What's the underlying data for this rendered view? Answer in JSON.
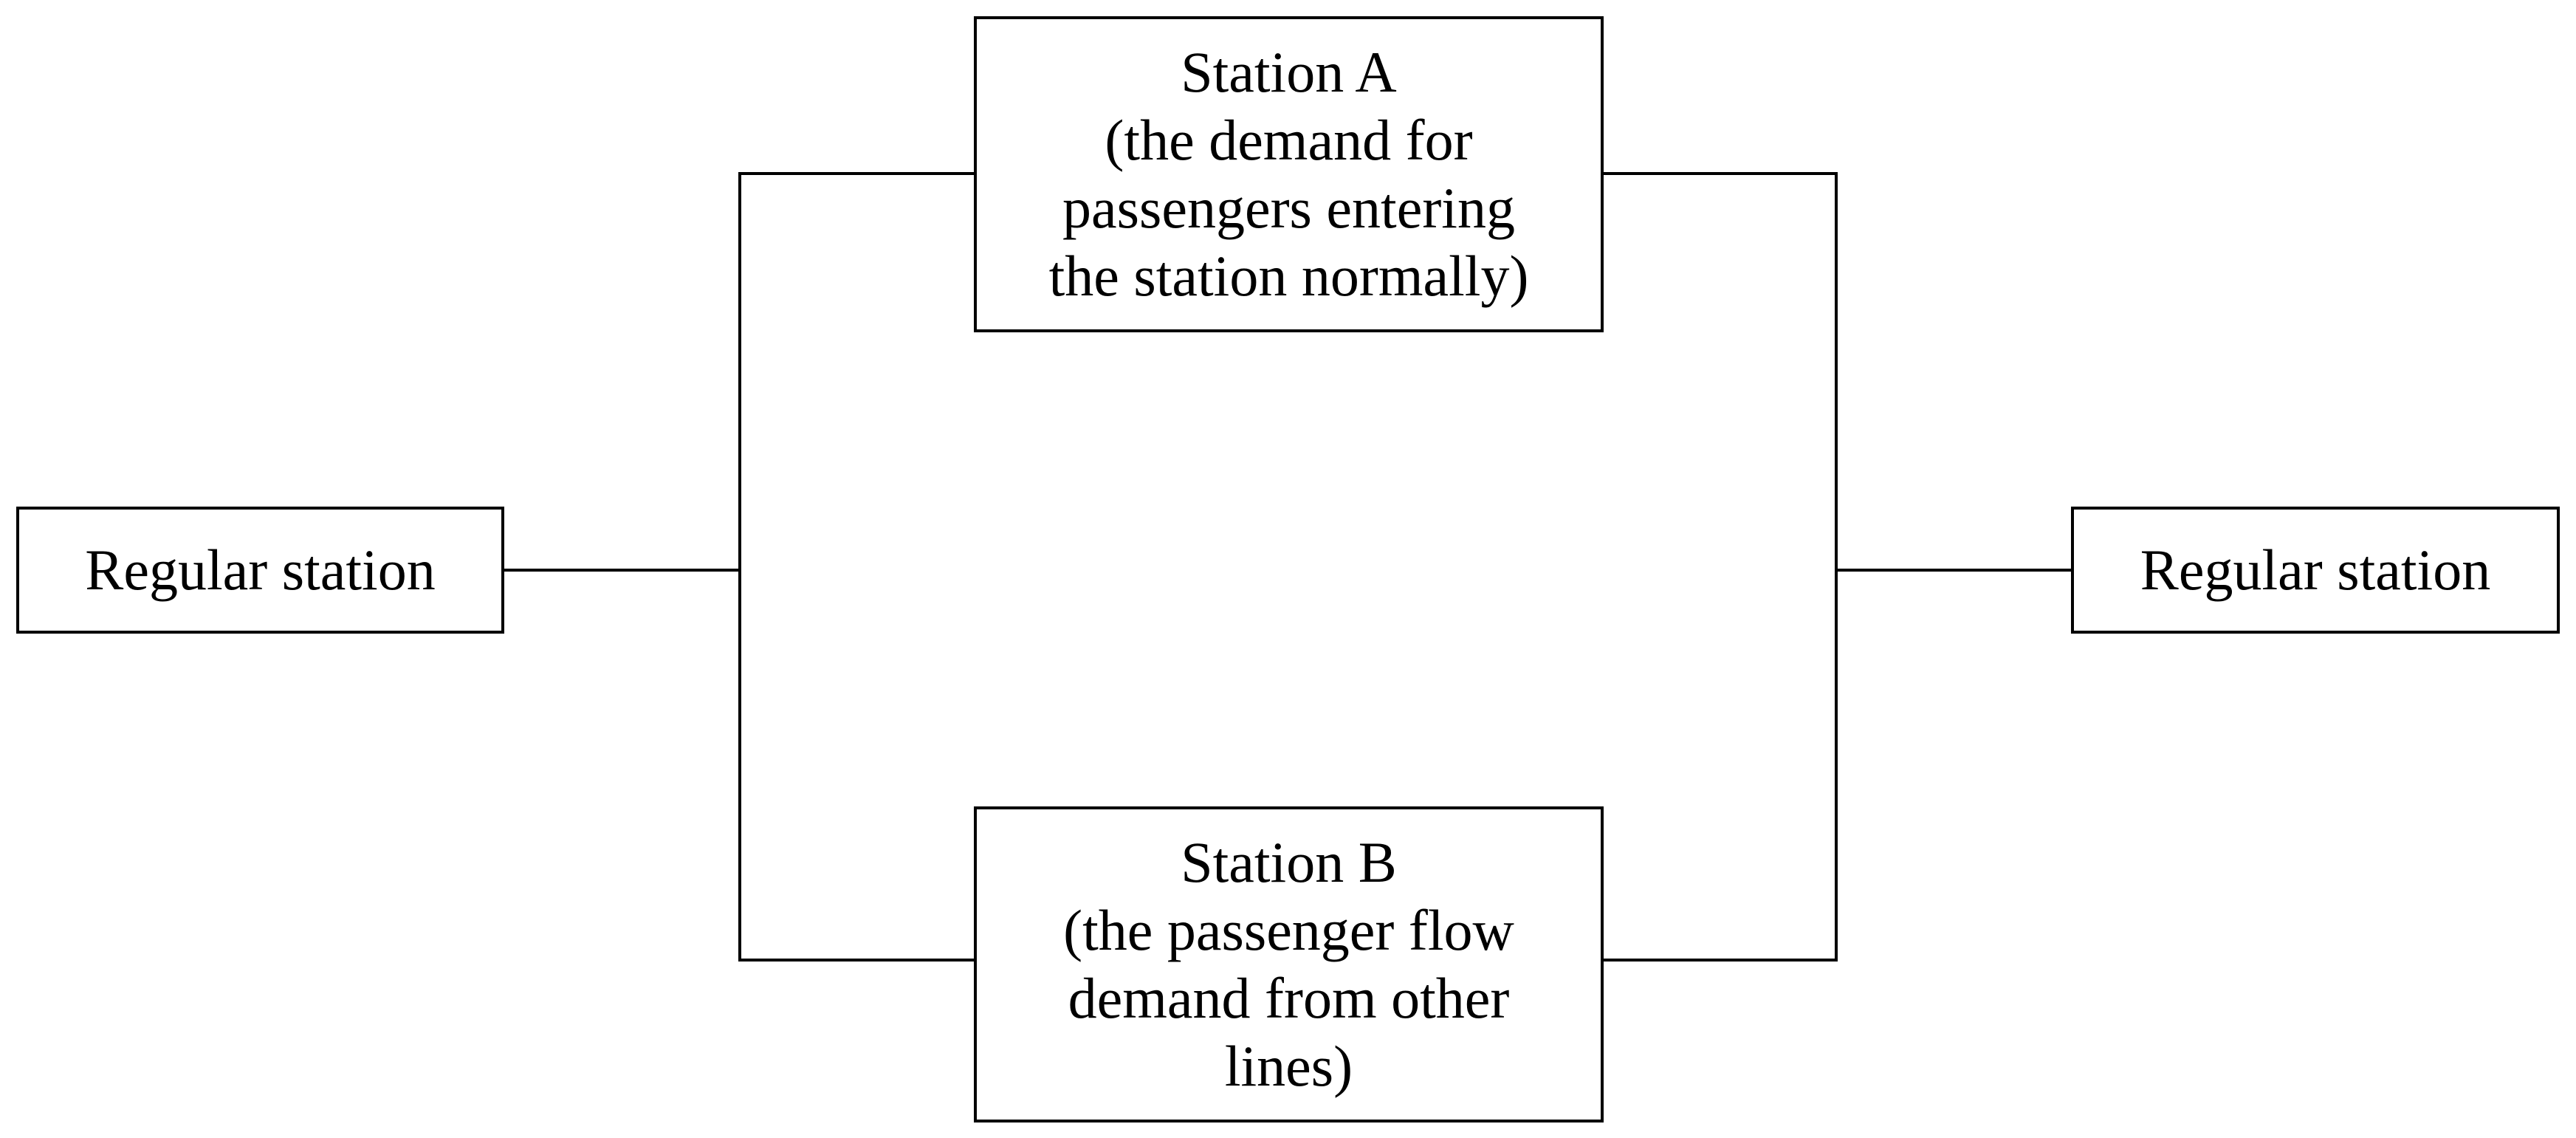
{
  "nodes": {
    "left": {
      "label": "Regular station"
    },
    "right": {
      "label": "Regular station"
    },
    "station_a": {
      "lines": [
        "Station A",
        "(the demand for",
        "passengers entering",
        "the station normally)"
      ]
    },
    "station_b": {
      "lines": [
        "Station B",
        "(the passenger flow",
        "demand from other",
        "lines)"
      ]
    }
  },
  "edges": [
    {
      "from": "left",
      "to": "station_a"
    },
    {
      "from": "left",
      "to": "station_b"
    },
    {
      "from": "station_a",
      "to": "right"
    },
    {
      "from": "station_b",
      "to": "right"
    }
  ],
  "colors": {
    "stroke": "#000000",
    "background": "#ffffff"
  }
}
